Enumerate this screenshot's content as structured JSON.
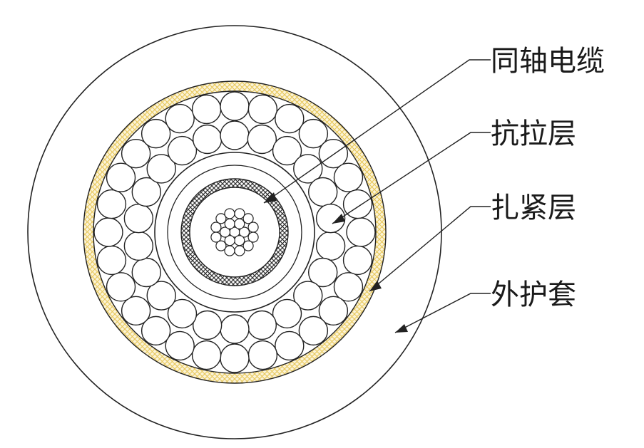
{
  "labels": {
    "coax": "同轴电缆",
    "tensile": "抗拉层",
    "binding": "扎紧层",
    "sheath": "外护套"
  },
  "colors": {
    "line": "#222222",
    "binding_tape": "#e8c85a",
    "braid": "#333333",
    "background": "#ffffff"
  }
}
